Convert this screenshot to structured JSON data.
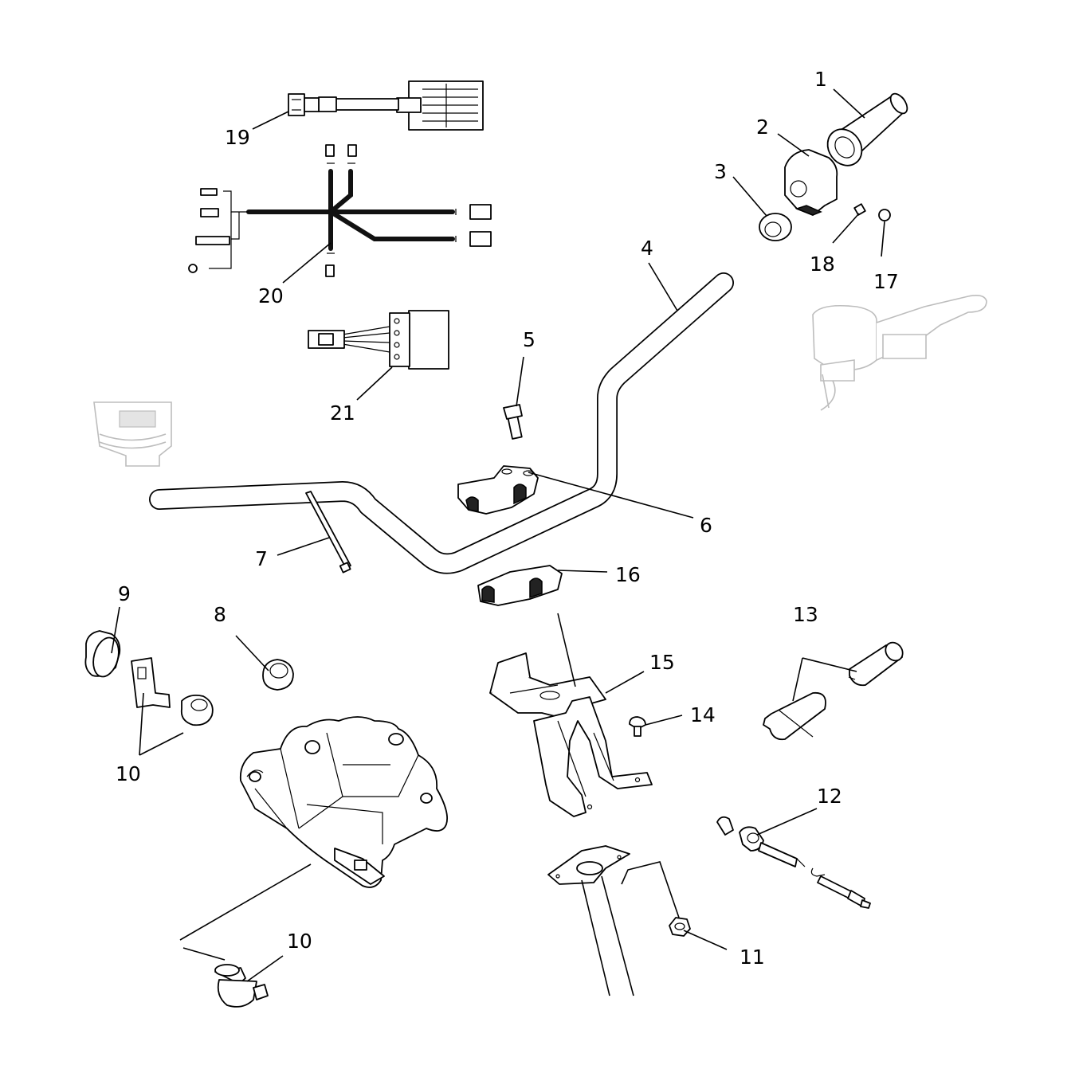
{
  "diagram": {
    "callouts": [
      {
        "id": "c1",
        "label": "1"
      },
      {
        "id": "c2",
        "label": "2"
      },
      {
        "id": "c3",
        "label": "3"
      },
      {
        "id": "c4",
        "label": "4"
      },
      {
        "id": "c5",
        "label": "5"
      },
      {
        "id": "c6",
        "label": "6"
      },
      {
        "id": "c7",
        "label": "7"
      },
      {
        "id": "c8",
        "label": "8"
      },
      {
        "id": "c9",
        "label": "9"
      },
      {
        "id": "c10a",
        "label": "10"
      },
      {
        "id": "c10b",
        "label": "10"
      },
      {
        "id": "c11",
        "label": "11"
      },
      {
        "id": "c12",
        "label": "12"
      },
      {
        "id": "c13",
        "label": "13"
      },
      {
        "id": "c14",
        "label": "14"
      },
      {
        "id": "c15",
        "label": "15"
      },
      {
        "id": "c16",
        "label": "16"
      },
      {
        "id": "c17",
        "label": "17"
      },
      {
        "id": "c18",
        "label": "18"
      },
      {
        "id": "c19",
        "label": "19"
      },
      {
        "id": "c20",
        "label": "20"
      },
      {
        "id": "c21",
        "label": "21"
      }
    ]
  }
}
